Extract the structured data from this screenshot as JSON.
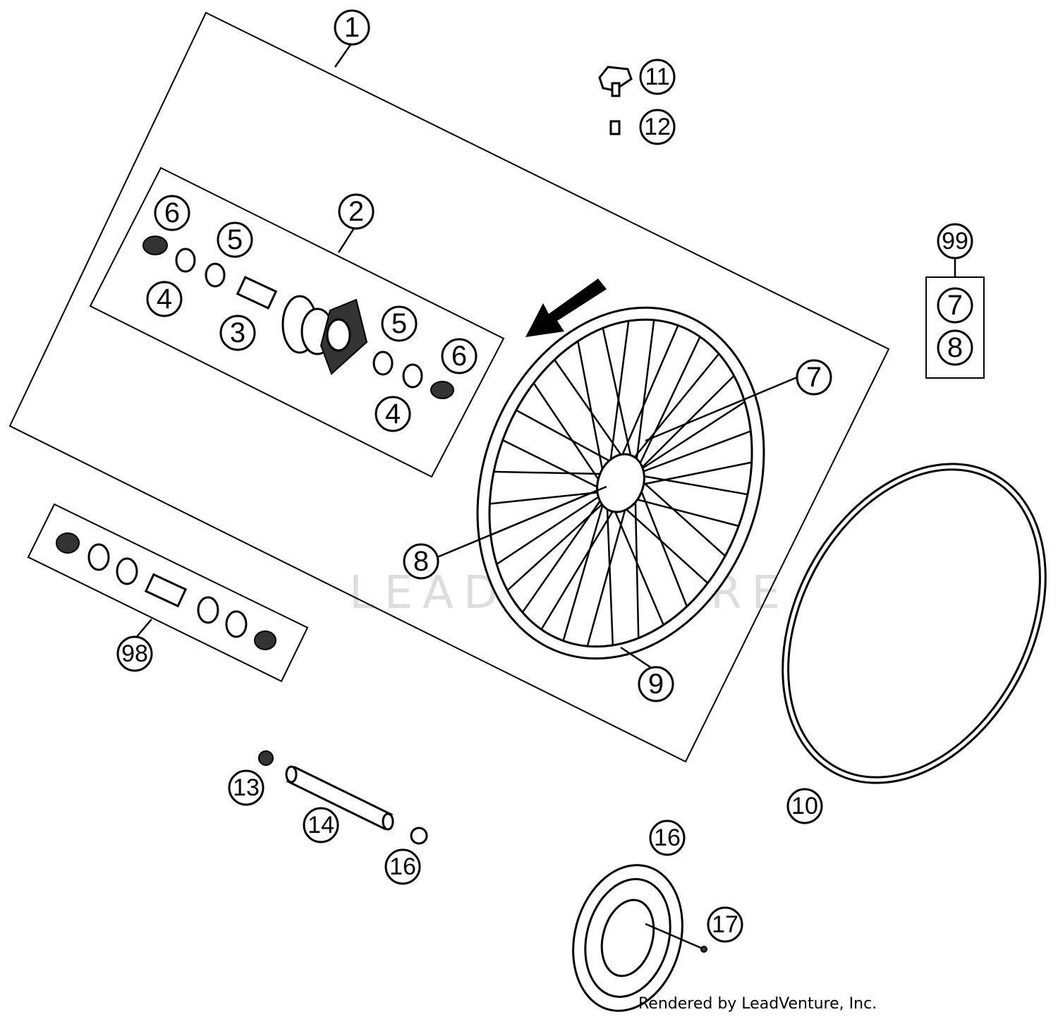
{
  "callouts": {
    "c1": "1",
    "c2": "2",
    "c3": "3",
    "c4a": "4",
    "c4b": "4",
    "c5a": "5",
    "c5b": "5",
    "c6a": "6",
    "c6b": "6",
    "c7": "7",
    "c8": "8",
    "c9": "9",
    "c10": "10",
    "c11": "11",
    "c12": "12",
    "c13": "13",
    "c14": "14",
    "c16a": "16",
    "c16b": "16",
    "c17": "17",
    "c98": "98",
    "c99": "99",
    "c99_7": "7",
    "c99_8": "8"
  },
  "watermark": "LEADVENTURE",
  "credit": "Rendered by LeadVenture, Inc."
}
